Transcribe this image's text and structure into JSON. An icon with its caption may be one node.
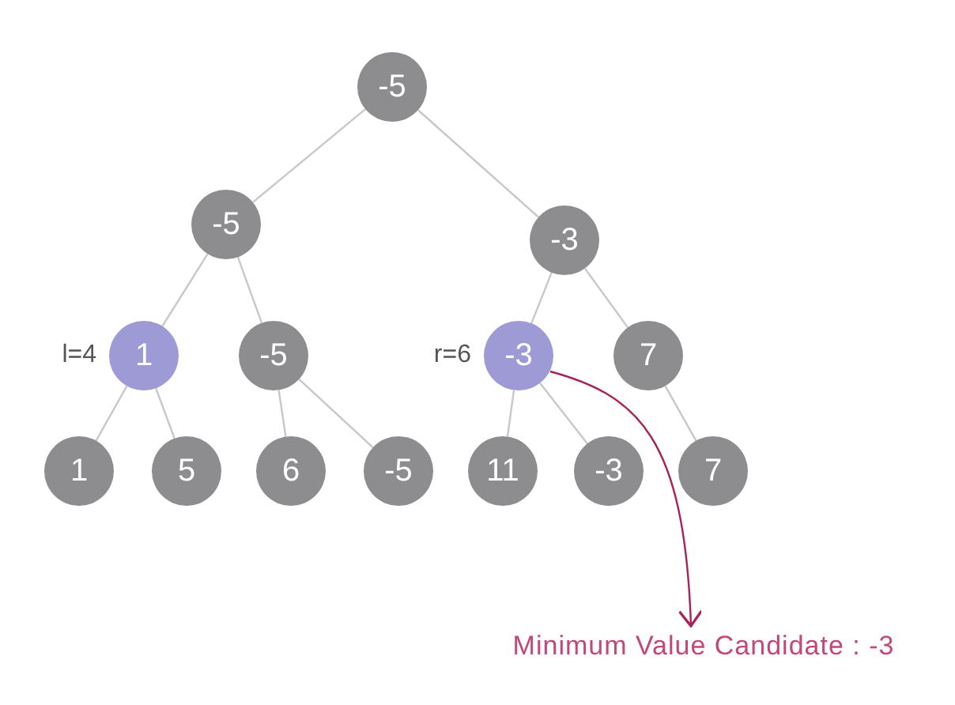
{
  "diagram": {
    "nodes": [
      {
        "text": [
          "-5"
        ]
      },
      {
        "text": [
          "-5"
        ]
      },
      {
        "text": [
          "-3"
        ]
      },
      {
        "text": [
          "1"
        ],
        "beside": [
          "l=4"
        ]
      },
      {
        "text": [
          "-5"
        ]
      },
      {
        "text": [
          "-3"
        ],
        "beside": [
          "r=6"
        ]
      },
      {
        "text": [
          "7"
        ]
      },
      {
        "text": [
          "1"
        ]
      },
      {
        "text": [
          "5"
        ]
      },
      {
        "text": [
          "6"
        ]
      },
      {
        "text": [
          "-5"
        ]
      },
      {
        "text": [
          "11"
        ]
      },
      {
        "text": [
          "-3"
        ]
      },
      {
        "text": [
          "7"
        ]
      },
      {
        "text": [
          "Minimum Value Candidate : -3"
        ]
      }
    ],
    "edges": [
      {
        "from": 0,
        "to": 1,
        "arrow": "none"
      },
      {
        "from": 0,
        "to": 2,
        "arrow": "none"
      },
      {
        "from": 1,
        "to": 3,
        "arrow": "none"
      },
      {
        "from": 1,
        "to": 4,
        "arrow": "none"
      },
      {
        "from": 2,
        "to": 5,
        "arrow": "none"
      },
      {
        "from": 2,
        "to": 6,
        "arrow": "none"
      },
      {
        "from": 3,
        "to": 7,
        "arrow": "none"
      },
      {
        "from": 3,
        "to": 8,
        "arrow": "none"
      },
      {
        "from": 4,
        "to": 9,
        "arrow": "none"
      },
      {
        "from": 4,
        "to": 10,
        "arrow": "none"
      },
      {
        "from": 5,
        "to": 11,
        "arrow": "none"
      },
      {
        "from": 5,
        "to": 12,
        "arrow": "none"
      },
      {
        "from": 6,
        "to": 13,
        "arrow": "none"
      },
      {
        "from": 5,
        "to": 14,
        "arrow": "to",
        "color": "#a8235a"
      }
    ]
  }
}
